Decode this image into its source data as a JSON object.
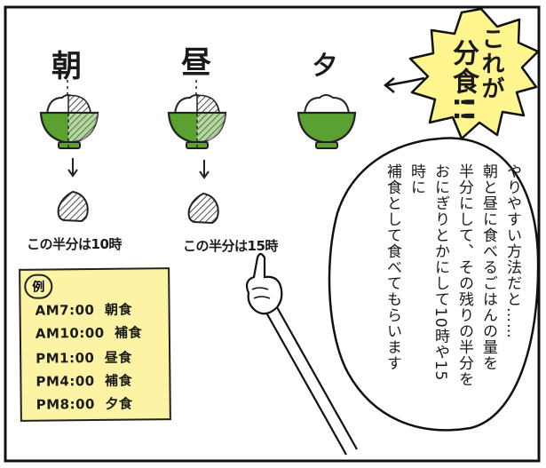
{
  "meals": {
    "morning": "朝",
    "noon": "昼",
    "evening": "夕"
  },
  "captions": {
    "morning": "この半分は10時",
    "noon": "この半分は15時"
  },
  "title": "これが分食!!",
  "title_lines": [
    "これが",
    "分食!!"
  ],
  "speech": [
    "やりやすい方法だと……",
    "朝と昼に食べるごはんの量を",
    "半分にして、その残りの半分を",
    "おにぎりとかにして10時や15時に",
    "補食として食べてもらいます"
  ],
  "example": {
    "label": "例",
    "rows": [
      {
        "time": "AM7:00",
        "meal": "朝食"
      },
      {
        "time": "AM10:00",
        "meal": "補食"
      },
      {
        "time": "PM1:00",
        "meal": "昼食"
      },
      {
        "time": "PM4:00",
        "meal": "補食"
      },
      {
        "time": "PM8:00",
        "meal": "夕食"
      }
    ]
  },
  "colors": {
    "bowl_green": "#5aa132",
    "burst_yellow": "#fef58e",
    "note_yellow": "#fdf3a4"
  }
}
